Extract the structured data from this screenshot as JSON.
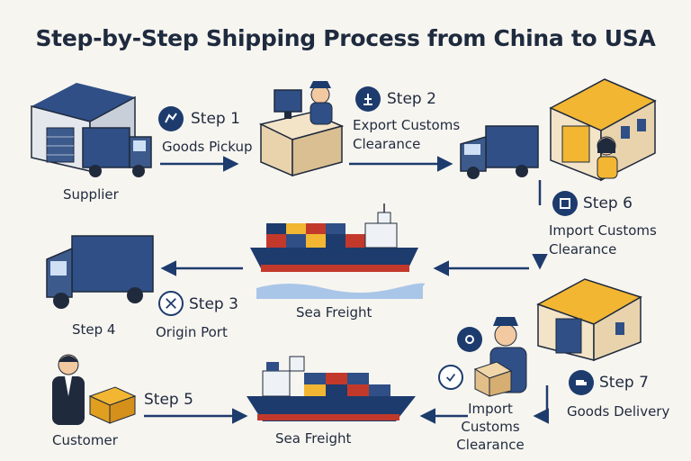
{
  "title": "Step-by-Step Shipping Process from China to USA",
  "nodes": {
    "supplier": "Supplier",
    "step1": {
      "step": "Step 1",
      "label": "Goods Pickup"
    },
    "step2": {
      "step": "Step 2",
      "label_line1": "Export Customs",
      "label_line2": "Clearance"
    },
    "step6": {
      "step": "Step 6",
      "label_line1": "Import Customs",
      "label_line2": "Clearance"
    },
    "sea_freight_top": "Sea Freight",
    "step4": "Step 4",
    "step3": {
      "step": "Step 3",
      "label": "Origin Port"
    },
    "step7": {
      "step": "Step 7",
      "label": "Goods Delivery"
    },
    "customer": "Customer",
    "step5": "Step 5",
    "sea_freight_bottom": "Sea Freight",
    "import_customs": {
      "line1": "Import",
      "line2": "Customs",
      "line3": "Clearance"
    }
  },
  "colors": {
    "navy": "#1d3b6d",
    "blue": "#2f4f86",
    "yellow": "#f2b632",
    "red": "#c2392b",
    "sea": "#a9c6e8",
    "beige": "#efdcc0"
  }
}
